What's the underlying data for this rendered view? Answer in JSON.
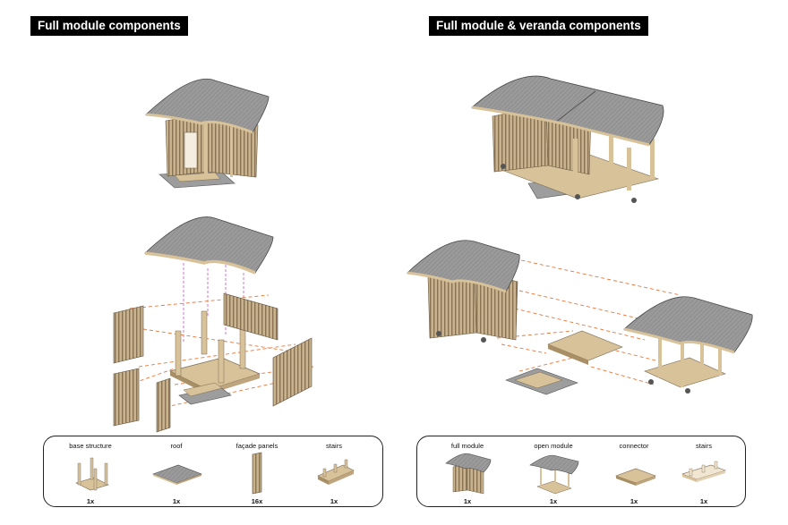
{
  "titles": {
    "left": "Full module components",
    "right": "Full module & veranda components"
  },
  "legend_left": {
    "items": [
      {
        "label": "base structure",
        "qty": "1x",
        "icon": "base-structure-icon"
      },
      {
        "label": "roof",
        "qty": "1x",
        "icon": "roof-icon"
      },
      {
        "label": "façade panels",
        "qty": "16x",
        "icon": "facade-panel-icon"
      },
      {
        "label": "stairs",
        "qty": "1x",
        "icon": "stairs-icon"
      }
    ]
  },
  "legend_right": {
    "items": [
      {
        "label": "full module",
        "qty": "1x",
        "icon": "full-module-icon"
      },
      {
        "label": "open module",
        "qty": "1x",
        "icon": "open-module-icon"
      },
      {
        "label": "connector",
        "qty": "1x",
        "icon": "connector-icon"
      },
      {
        "label": "stairs",
        "qty": "1x",
        "icon": "stairs-icon"
      }
    ]
  },
  "colors": {
    "roof": "#8f8f8f",
    "roof_edge": "#d9c39b",
    "wood": "#d8c29a",
    "wood_dark": "#a98f66",
    "panel": "#bda98a",
    "slab": "#9a9a9a",
    "guide_orange": "#e8763a",
    "guide_magenta": "#c455c4"
  }
}
